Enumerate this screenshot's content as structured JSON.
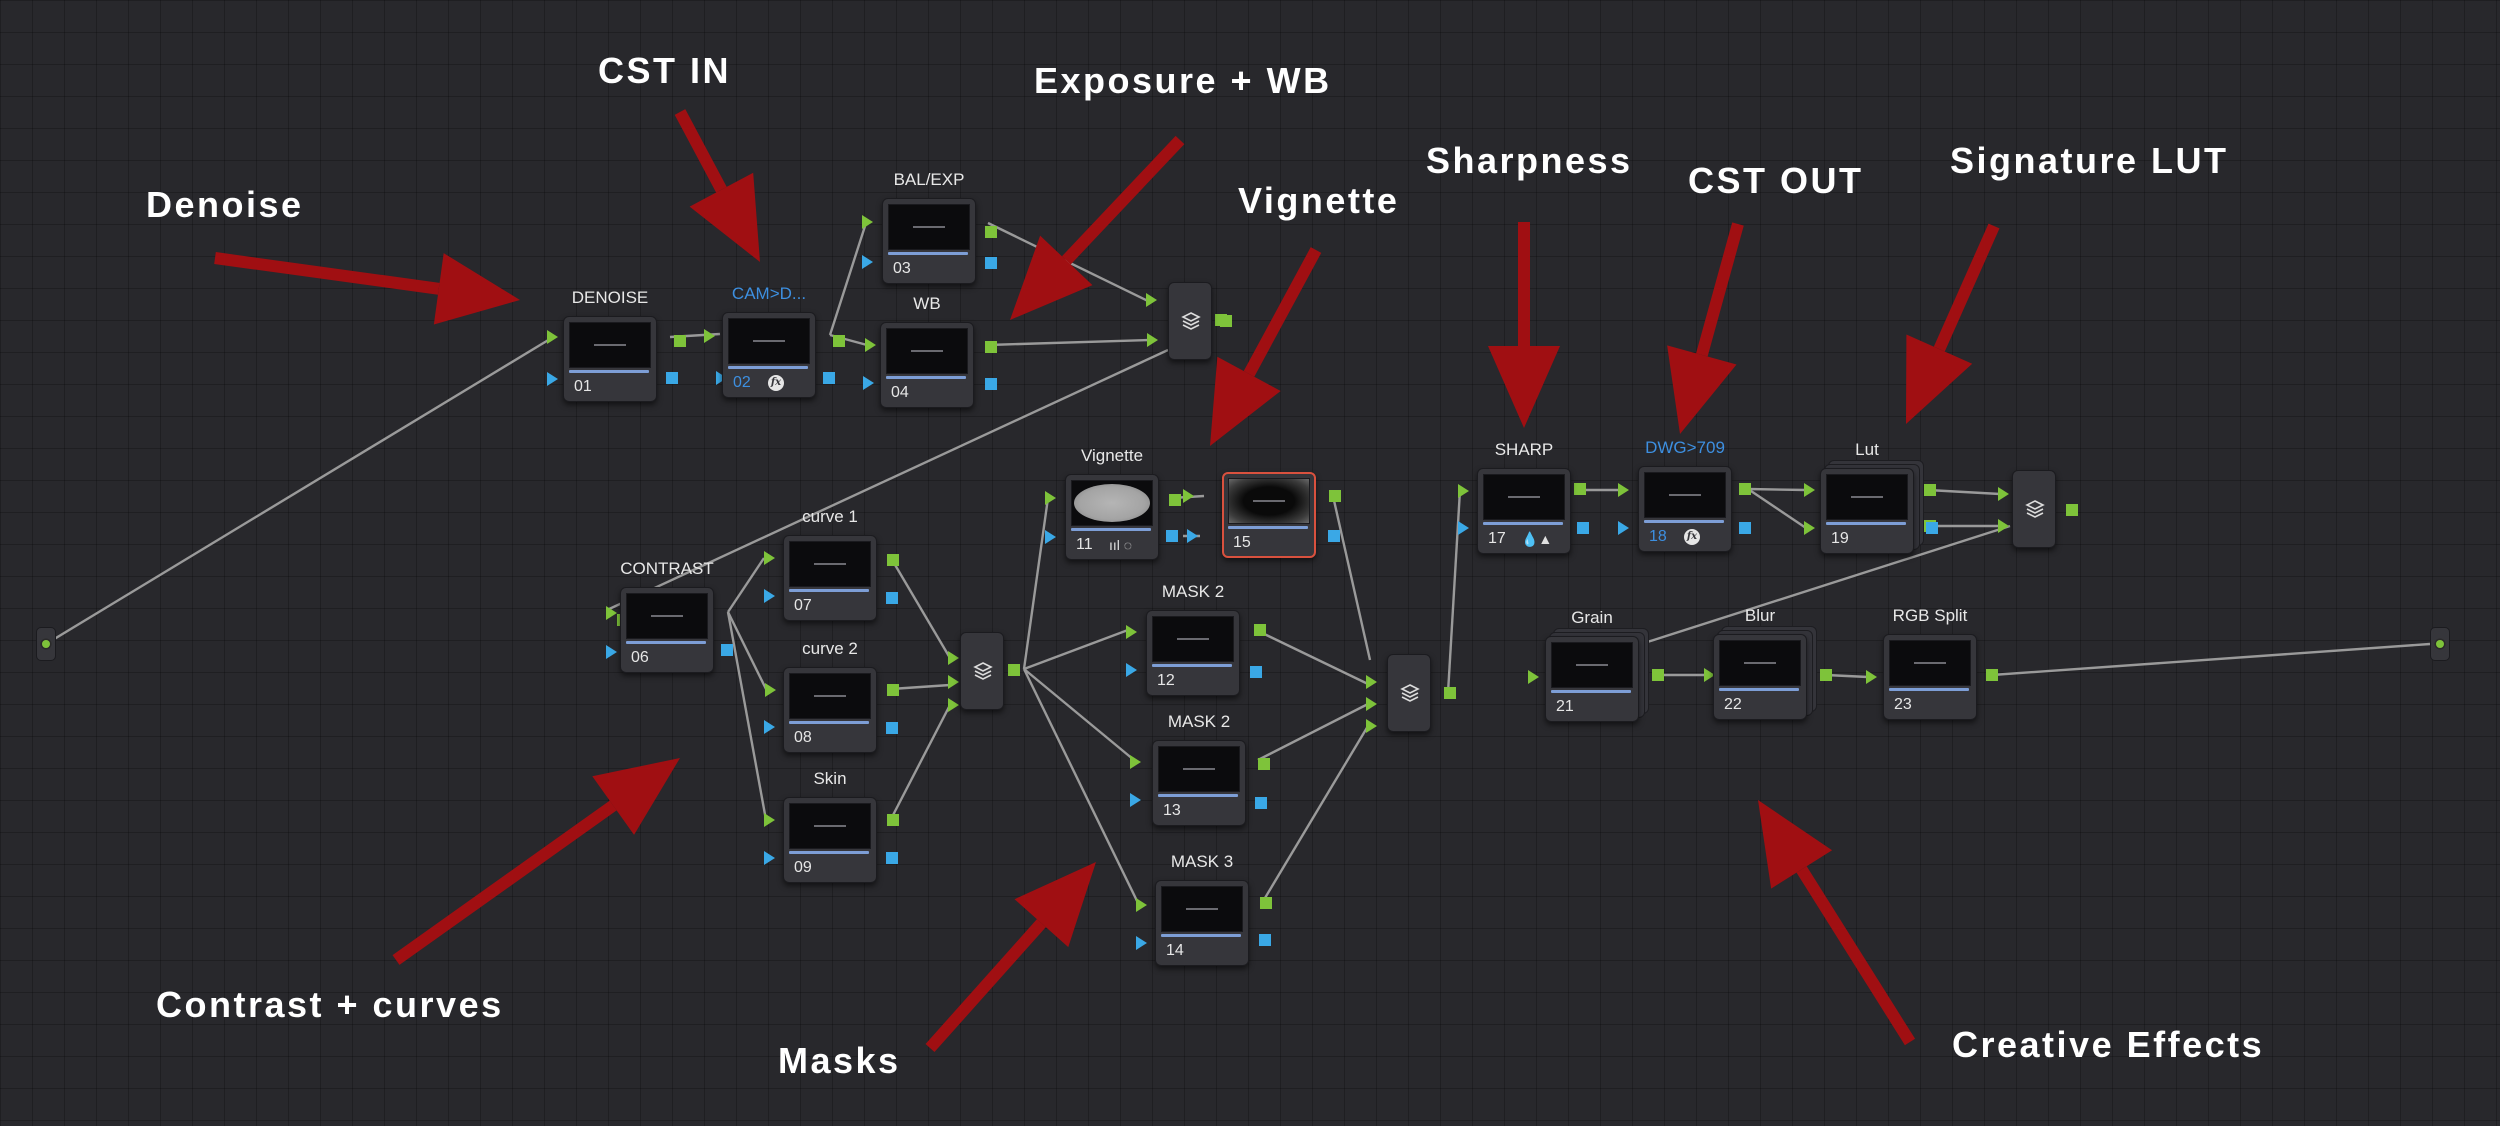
{
  "annotations": {
    "denoise": "Denoise",
    "cst_in": "CST IN",
    "exposure_wb": "Exposure + WB",
    "vignette": "Vignette",
    "sharpness": "Sharpness",
    "cst_out": "CST OUT",
    "signature_lut": "Signature LUT",
    "contrast_curves": "Contrast + curves",
    "masks": "Masks",
    "creative_effects": "Creative Effects"
  },
  "nodes": {
    "n01": {
      "label": "DENOISE",
      "number": "01"
    },
    "n02": {
      "label": "CAM>D...",
      "number": "02"
    },
    "n03": {
      "label": "BAL/EXP",
      "number": "03"
    },
    "n04": {
      "label": "WB",
      "number": "04"
    },
    "n06": {
      "label": "CONTRAST",
      "number": "06"
    },
    "n07": {
      "label": "curve 1",
      "number": "07"
    },
    "n08": {
      "label": "curve 2",
      "number": "08"
    },
    "n09": {
      "label": "Skin",
      "number": "09"
    },
    "n11": {
      "label": "Vignette",
      "number": "11"
    },
    "n15": {
      "label": "",
      "number": "15"
    },
    "n12": {
      "label": "MASK 2",
      "number": "12"
    },
    "n13": {
      "label": "MASK 2",
      "number": "13"
    },
    "n14": {
      "label": "MASK 3",
      "number": "14"
    },
    "n17": {
      "label": "SHARP",
      "number": "17"
    },
    "n18": {
      "label": "DWG>709",
      "number": "18"
    },
    "n19": {
      "label": "Lut",
      "number": "19"
    },
    "n21": {
      "label": "Grain",
      "number": "21"
    },
    "n22": {
      "label": "Blur",
      "number": "22"
    },
    "n23": {
      "label": "RGB Split",
      "number": "23"
    }
  },
  "icons": {
    "fx_badge": "fx",
    "node17_status": "💧▲",
    "node11_status": "ııl ◌"
  },
  "colors": {
    "background": "#28282c",
    "rgb_port": "#7ec33a",
    "alpha_port": "#3aa8e6",
    "annotation_arrow": "#a00f12",
    "wire": "#9a9a9a",
    "selected_outline": "#d9513e",
    "blue_label": "#3d8fe0"
  }
}
